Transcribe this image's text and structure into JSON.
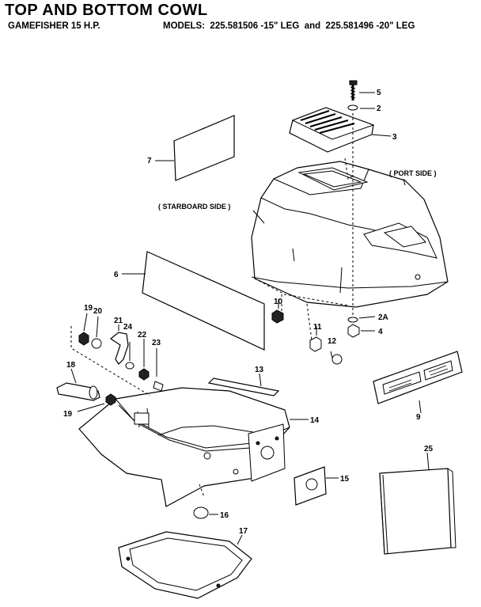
{
  "header": {
    "title": "TOP AND BOTTOM COWL",
    "subtitle": "GAMEFISHER 15 H.P.",
    "models_prefix": "MODELS:",
    "model_1": "225.581506 -15\" LEG",
    "joiner": "and",
    "model_2": "225.581496 -20\" LEG"
  },
  "side_labels": {
    "port": "( PORT SIDE )",
    "starboard": "( STARBOARD SIDE )"
  },
  "callouts": [
    "5",
    "2",
    "3",
    "7",
    "6",
    "10",
    "2A",
    "4",
    "11",
    "12",
    "19",
    "20",
    "21",
    "24",
    "22",
    "23",
    "18",
    "13",
    "14",
    "9",
    "19",
    "15",
    "25",
    "16",
    "17"
  ],
  "colors": {
    "ink": "#000000",
    "paper": "#ffffff"
  }
}
